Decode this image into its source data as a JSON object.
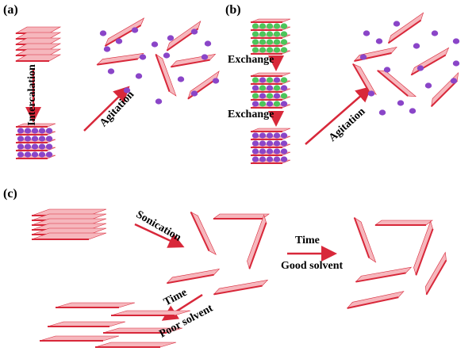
{
  "panels": {
    "a": {
      "label": "(a)",
      "step1": "Intercalation",
      "step2": "Agitation"
    },
    "b": {
      "label": "(b)",
      "step1": "Exchange",
      "step2": "Exchange",
      "step3": "Agitation"
    },
    "c": {
      "label": "(c)",
      "step1": "Sonication",
      "step2_line1": "Time",
      "step2_line2": "Good solvent",
      "step3_line1": "Time",
      "step3_line2": "Poor solvent"
    }
  },
  "colors": {
    "sheet_fill": "#f6b7bd",
    "sheet_edge": "#d8283a",
    "arrow": "#d8283a",
    "intercalant": "#8a45c8",
    "exchange_molecule": "#4cc55a"
  }
}
